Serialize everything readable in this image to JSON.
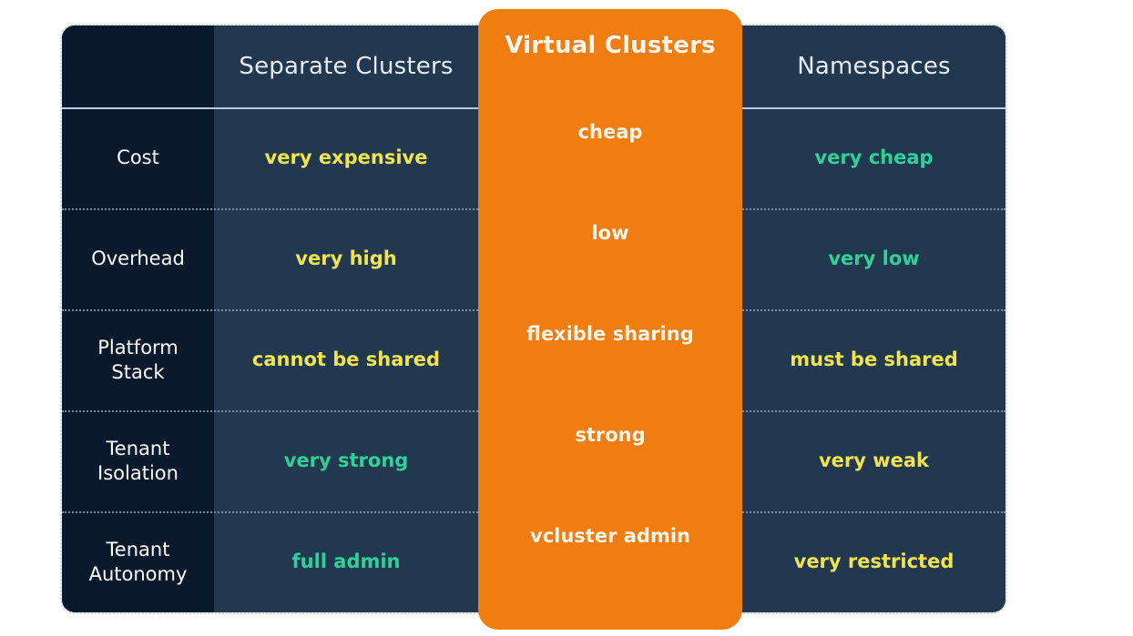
{
  "table": {
    "columns": [
      {
        "id": "row-label",
        "label": "",
        "highlight": false
      },
      {
        "id": "separate-clusters",
        "label": "Separate Clusters",
        "highlight": false
      },
      {
        "id": "virtual-clusters",
        "label": "Virtual Clusters",
        "highlight": true
      },
      {
        "id": "namespaces",
        "label": "Namespaces",
        "highlight": false
      }
    ],
    "rows": [
      {
        "label": "Cost",
        "separate_clusters": {
          "text": "very expensive",
          "tone": "yellow"
        },
        "virtual_clusters": {
          "text": "cheap",
          "tone": "white"
        },
        "namespaces": {
          "text": "very cheap",
          "tone": "green"
        }
      },
      {
        "label": "Overhead",
        "separate_clusters": {
          "text": "very high",
          "tone": "yellow"
        },
        "virtual_clusters": {
          "text": "low",
          "tone": "white"
        },
        "namespaces": {
          "text": "very low",
          "tone": "green"
        }
      },
      {
        "label": "Platform Stack",
        "separate_clusters": {
          "text": "cannot be shared",
          "tone": "yellow"
        },
        "virtual_clusters": {
          "text": "flexible sharing",
          "tone": "white"
        },
        "namespaces": {
          "text": "must be shared",
          "tone": "yellow"
        }
      },
      {
        "label": "Tenant Isolation",
        "separate_clusters": {
          "text": "very strong",
          "tone": "green"
        },
        "virtual_clusters": {
          "text": "strong",
          "tone": "white"
        },
        "namespaces": {
          "text": "very weak",
          "tone": "yellow"
        }
      },
      {
        "label": "Tenant Autonomy",
        "separate_clusters": {
          "text": "full admin",
          "tone": "green"
        },
        "virtual_clusters": {
          "text": "vcluster admin",
          "tone": "white"
        },
        "namespaces": {
          "text": "very restricted",
          "tone": "yellow"
        }
      }
    ]
  },
  "colors": {
    "page_background": "#ffffff",
    "label_column_background": "#0b192d",
    "value_column_background": "#22384e",
    "value_column_alt_background": "#1f344a",
    "highlight_background": "#ef7d0f",
    "header_text": "#e4ecf8",
    "header_rule": "#b9c9e8",
    "row_label_text": "#ffffff",
    "tone_yellow": "#f2e34f",
    "tone_green": "#2fd19a",
    "tone_white": "#fdf5eb",
    "row_separator": "#7f93ac",
    "card_outline": "#cfd8e6"
  }
}
